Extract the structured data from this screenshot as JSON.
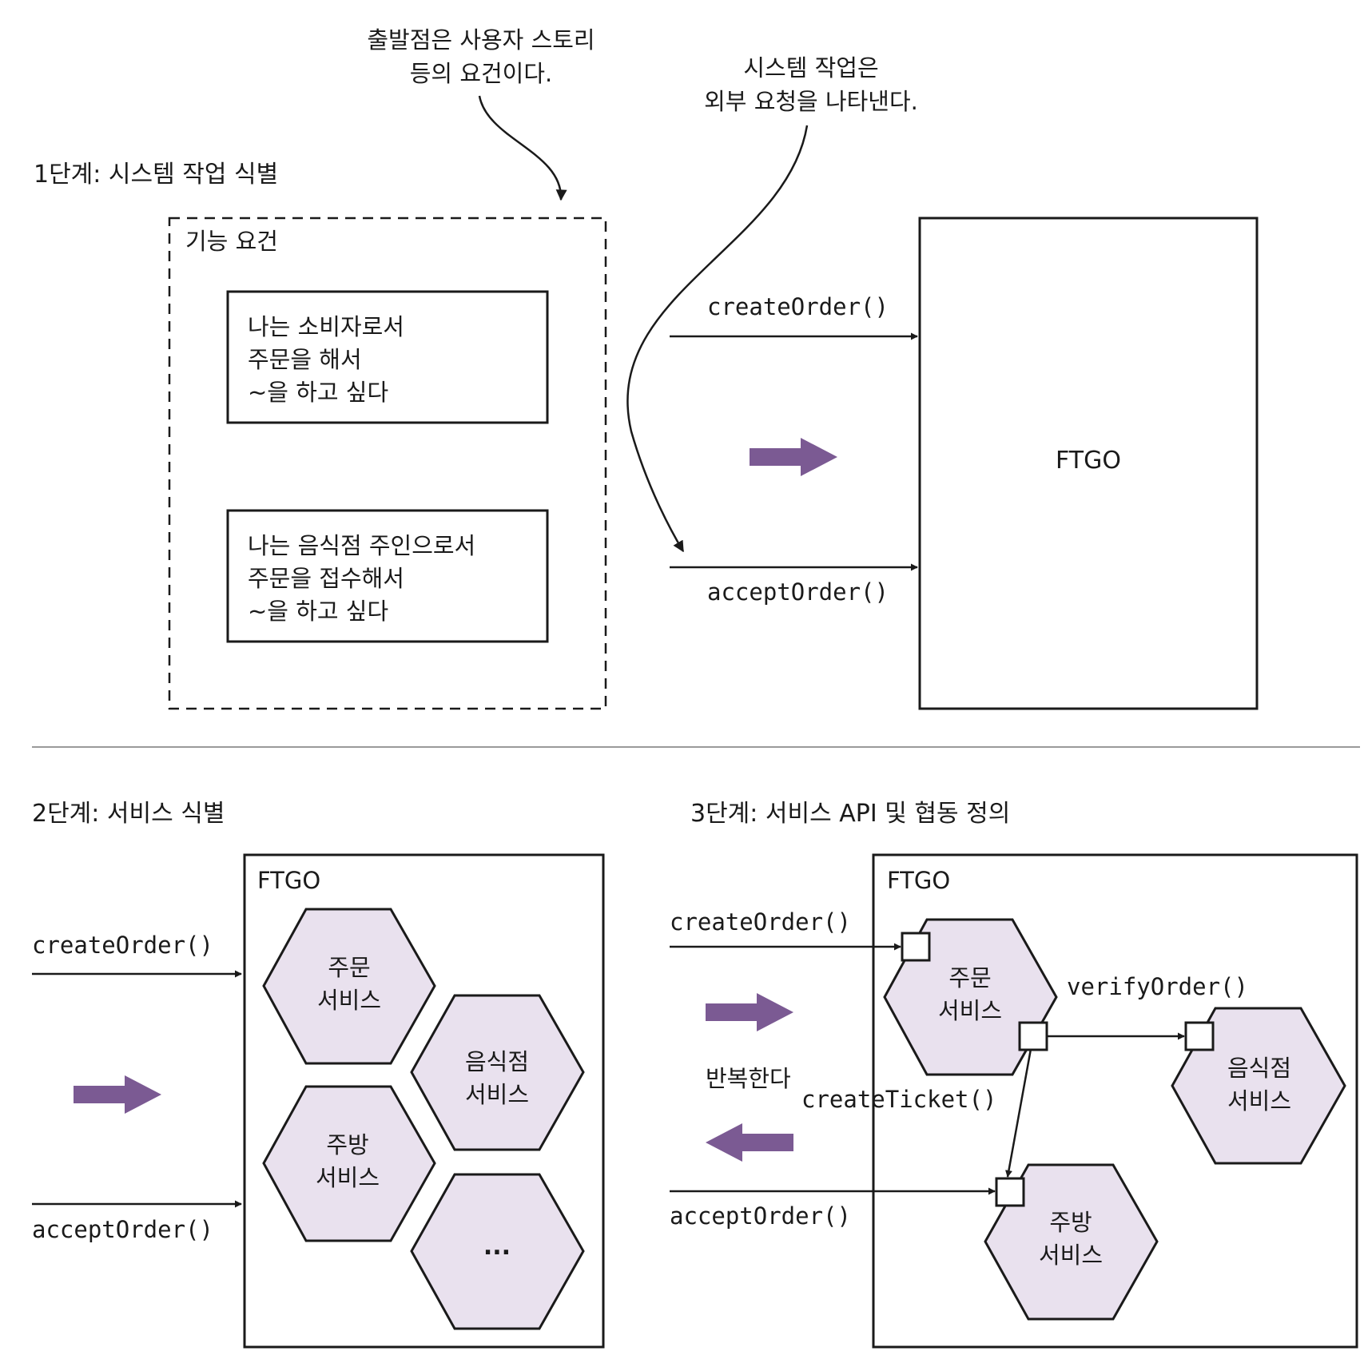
{
  "colors": {
    "hex_fill": "#e9e1ee",
    "purple_arrow": "#7b5a93",
    "ink": "#1a1a1a",
    "divider": "#9a9a9a"
  },
  "callouts": {
    "start_line1": "출발점은 사용자 스토리",
    "start_line2": "등의 요건이다.",
    "system_line1": "시스템 작업은",
    "system_line2": "외부 요청을 나타낸다."
  },
  "step1": {
    "title": "1단계: 시스템 작업 식별",
    "requirements_label": "기능 요건",
    "story1": [
      "나는 소비자로서",
      "주문을 해서",
      "~을 하고 싶다"
    ],
    "story2": [
      "나는 음식점 주인으로서",
      "주문을 접수해서",
      "~을 하고 싶다"
    ],
    "op_create": "createOrder()",
    "op_accept": "acceptOrder()",
    "system_label": "FTGO"
  },
  "step2": {
    "title": "2단계: 서비스 식별",
    "system_label": "FTGO",
    "op_create": "createOrder()",
    "op_accept": "acceptOrder()",
    "services": {
      "order": [
        "주문",
        "서비스"
      ],
      "restaurant": [
        "음식점",
        "서비스"
      ],
      "kitchen": [
        "주방",
        "서비스"
      ],
      "more": "..."
    }
  },
  "step3": {
    "title": "3단계: 서비스 API 및 협동 정의",
    "system_label": "FTGO",
    "op_create": "createOrder()",
    "op_accept": "acceptOrder()",
    "op_verify": "verifyOrder()",
    "op_ticket": "createTicket()",
    "iterate_label": "반복한다",
    "services": {
      "order": [
        "주문",
        "서비스"
      ],
      "restaurant": [
        "음식점",
        "서비스"
      ],
      "kitchen": [
        "주방",
        "서비스"
      ]
    }
  }
}
